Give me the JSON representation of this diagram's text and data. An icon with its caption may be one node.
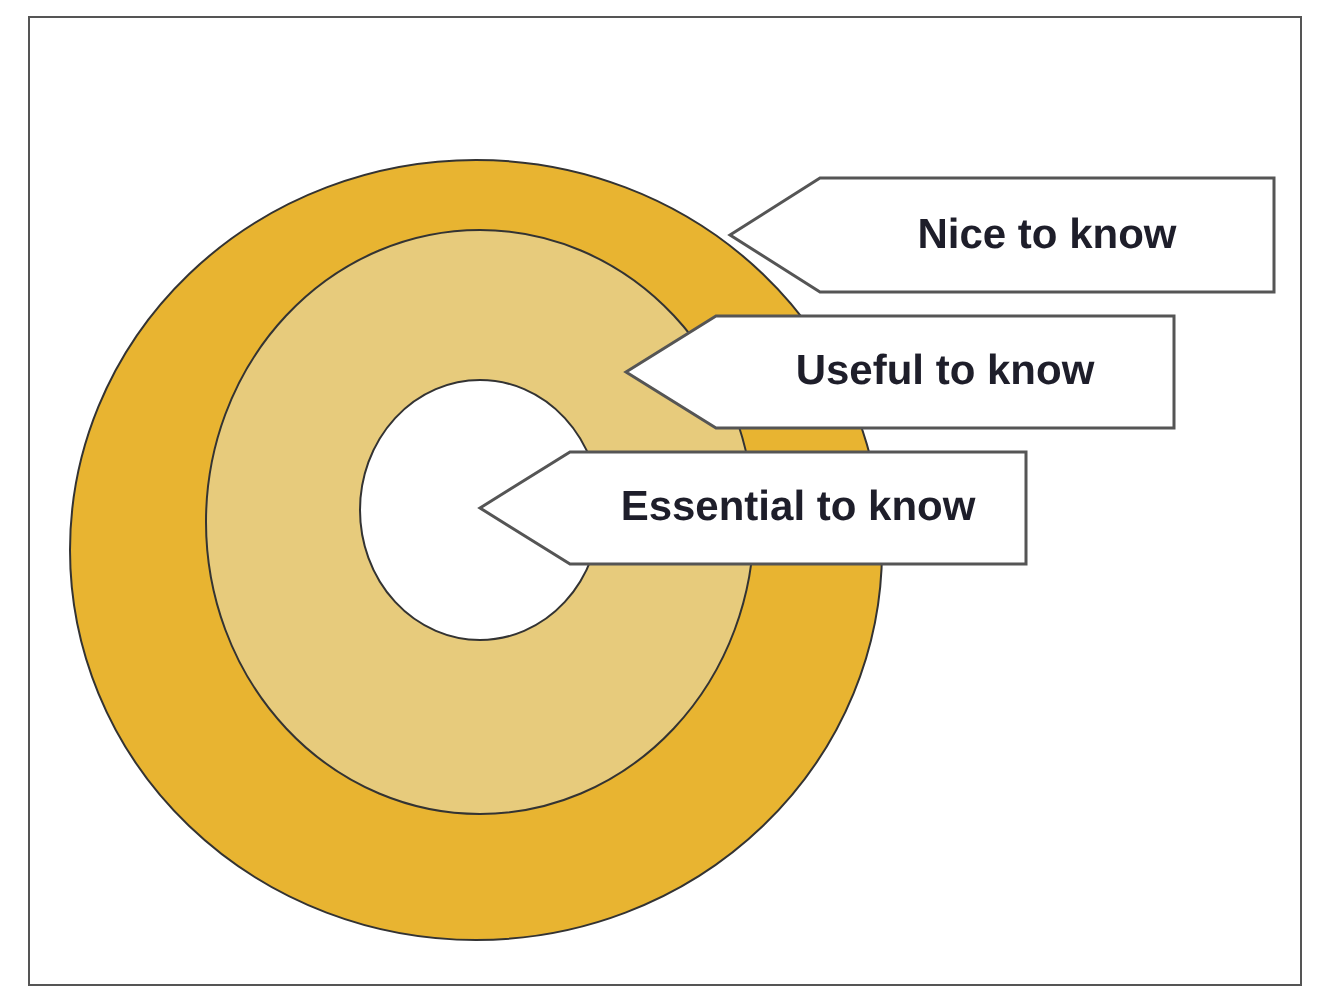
{
  "diagram": {
    "nodes": [
      {
        "text": [
          "Nice to know"
        ]
      },
      {
        "text": [
          "Useful to know"
        ]
      },
      {
        "text": [
          "Essential to know"
        ]
      }
    ]
  }
}
